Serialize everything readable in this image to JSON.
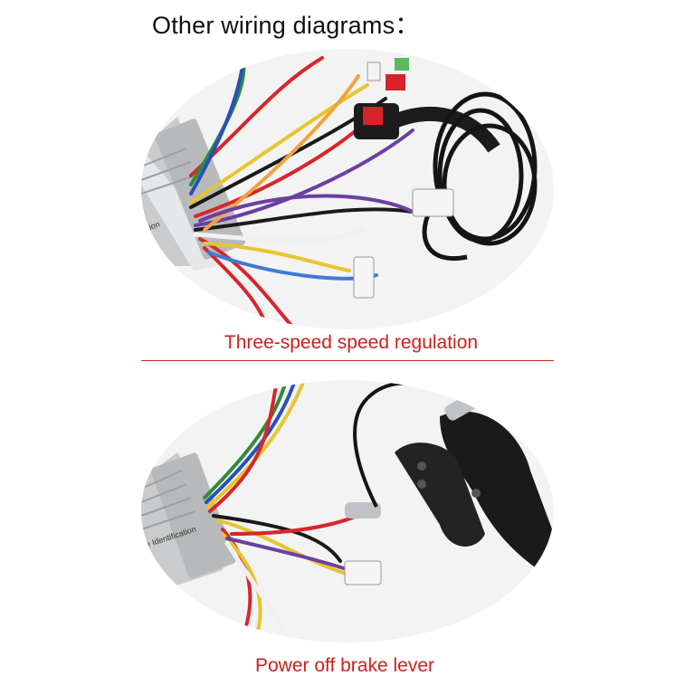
{
  "heading": "Other wiring diagrams：",
  "sections": [
    {
      "caption": "Three-speed speed regulation",
      "photo_label": "ion"
    },
    {
      "caption": "Power off brake lever",
      "photo_label": "e Identification"
    }
  ],
  "colors": {
    "caption": "#cc1f1f",
    "divider": "#cc2222",
    "heading": "#111111"
  }
}
